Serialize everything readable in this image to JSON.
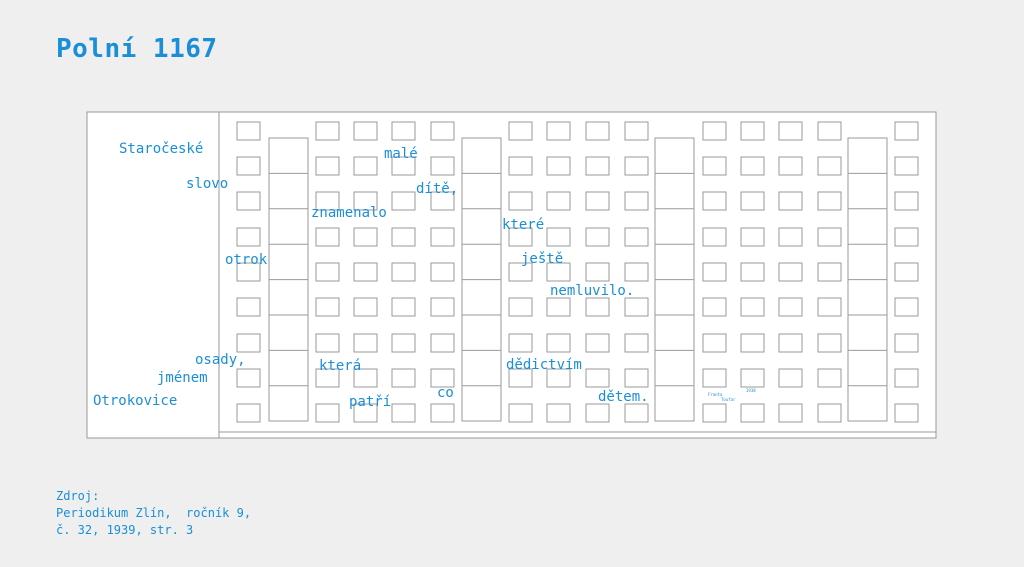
{
  "title": "Polní 1167",
  "colors": {
    "accent": "#1a8fd8",
    "line": "#9a9a9a",
    "panel": "#ffffff",
    "background": "#efefef"
  },
  "words": [
    {
      "text": "Staročeské"
    },
    {
      "text": "slovo"
    },
    {
      "text": "malé"
    },
    {
      "text": "dítě,"
    },
    {
      "text": "znamenalo"
    },
    {
      "text": "které"
    },
    {
      "text": "otrok"
    },
    {
      "text": "ještě"
    },
    {
      "text": "nemluvilo."
    },
    {
      "text": "osady,"
    },
    {
      "text": "která"
    },
    {
      "text": "dědictvím"
    },
    {
      "text": "jménem"
    },
    {
      "text": "co"
    },
    {
      "text": "dětem."
    },
    {
      "text": "Otrokovice"
    },
    {
      "text": "patří"
    }
  ],
  "signature": {
    "name": "Franta",
    "surname": "Toufar",
    "year": "1938"
  },
  "source": {
    "label": "Zdroj:",
    "line1": "Periodikum Zlín,  ročník 9,",
    "line2": "č. 32, 1939, str. 3"
  }
}
